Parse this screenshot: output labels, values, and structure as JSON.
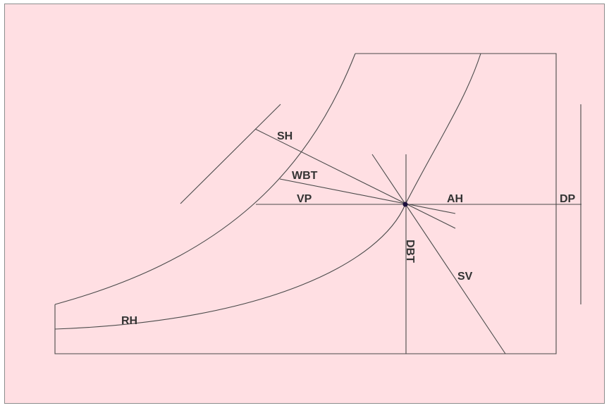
{
  "colors": {
    "background": "#ffdfe3",
    "line": "#4a4a4a",
    "point": "#1c0f3d"
  },
  "labels": {
    "sh": "SH",
    "wbt": "WBT",
    "vp": "VP",
    "ah": "AH",
    "dp": "DP",
    "dbt": "DBT",
    "sv": "SV",
    "rh": "RH"
  }
}
